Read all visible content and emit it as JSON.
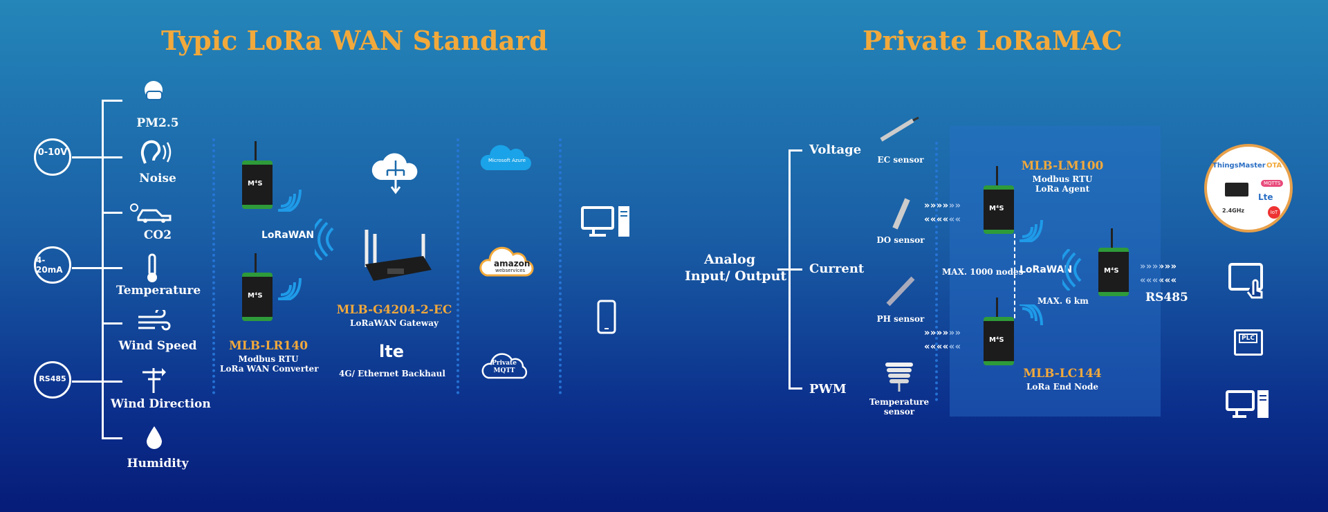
{
  "titles": {
    "left": "Typic LoRa WAN Standard",
    "right": "Private LoRaMAC"
  },
  "inputs": [
    "0-10V",
    "4-20mA",
    "RS485"
  ],
  "sensors": [
    "PM2.5",
    "Noise",
    "CO2",
    "Temperature",
    "Wind Speed",
    "Wind Direction",
    "Humidity"
  ],
  "converter": {
    "name": "MLB-LR140",
    "line1": "Modbus RTU",
    "line2": "LoRa WAN Converter"
  },
  "gateway": {
    "name": "MLB-G4204-2-EC",
    "line1": "LoRaWAN Gateway"
  },
  "backhaul": {
    "logo": "lte",
    "label": "4G/ Ethernet Backhaul"
  },
  "lorawan_logo": "LoRaWAN",
  "clouds": {
    "azure": "Microsoft Azure",
    "amazon": "amazon",
    "amazon_sub": "webservices",
    "mqtt_line1": "Private",
    "mqtt_line2": "MQTT"
  },
  "analog": {
    "line1": "Analog",
    "line2": "Input/ Output",
    "items": [
      "Voltage",
      "Current",
      "PWM"
    ]
  },
  "private_sensors": [
    "EC sensor",
    "DO sensor",
    "PH sensor",
    "Temperature",
    "sensor"
  ],
  "agent": {
    "name": "MLB-LM100",
    "line1": "Modbus RTU",
    "line2": "LoRa Agent"
  },
  "node": {
    "name": "MLB-LC144",
    "line1": "LoRa End Node"
  },
  "max_nodes": "MAX. 1000 nodes",
  "max_range": "MAX. 6 km",
  "rs485": "RS485",
  "ota": {
    "brand": "ThingsMaster",
    "suffix": "OTA",
    "mqtt": "MQTTS",
    "lte": "Lte",
    "z": "2.4GHz",
    "iot": "IoT"
  },
  "plc": "PLC",
  "device_logo": "M⁴S",
  "colors": {
    "accent": "#f2a93b",
    "wave": "#1f9be8"
  }
}
